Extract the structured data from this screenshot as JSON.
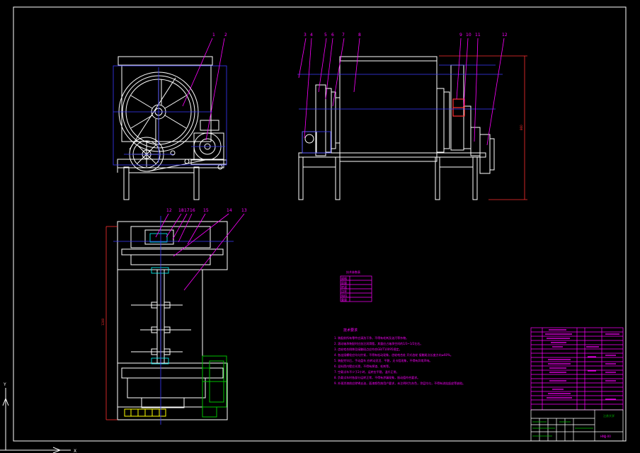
{
  "colors": {
    "background": "#000000",
    "outline": "#ffffff",
    "leader": "#ff00ff",
    "dimension": "#ff3030",
    "centerline": "#0000ff",
    "hidden": "#3a3aff",
    "green": "#00c000",
    "yellow": "#ffff00",
    "cyan": "#00ffff"
  },
  "icons": {
    "ucs_axis_y": "Y",
    "ucs_axis_x": "X"
  },
  "balloons": {
    "front_view": [
      "1",
      "2"
    ],
    "side_view": [
      "3",
      "4",
      "5",
      "6",
      "7",
      "8",
      "9",
      "10",
      "11",
      "12"
    ],
    "top_view": [
      "12",
      "18",
      "17",
      "16",
      "15",
      "14",
      "13"
    ]
  },
  "param_table": {
    "title": "技术参数表",
    "rows": [
      "规格",
      "容量",
      "转速",
      "功率",
      "电机",
      "重量"
    ]
  },
  "tech_requirements": {
    "title": "技术要求",
    "items": [
      "1. 装配前所有零件应清洗干净，不得有毛刺及油污等杂物。",
      "2. 滚动轴承装配时应加注润滑脂，其量应占轴承空间的1/3~1/2左右。",
      "3. 齿轮啮合侧隙及接触斑点应符合GB/T10095规定。",
      "4. 各连接螺栓应均匀拧紧，不得有松动现象，齿轮啮合处  开式齿轮  接触斑点长度方向≥60%。",
      "5. 装配完毕后，手动盘车  应转动灵活、平稳，无卡阻现象，不得有异常声响。",
      "6. 混料筒内壁应光滑，不得有焊渣、毛刺等。",
      "7. 空载试车不少于2小时，运转应平稳，温升正常。",
      "8. 负载试车时各部分运转正常，不得有渗漏现象，振动值符合要求。",
      "9. 外观涂漆前应除锈去油，面漆颜色按用户要求，未注明时为灰色，涂层均匀，不得有流挂起皮等缺陷。"
    ]
  },
  "title_block": {
    "school": "江苏大学",
    "drawing_no": "HNJJ-00"
  }
}
